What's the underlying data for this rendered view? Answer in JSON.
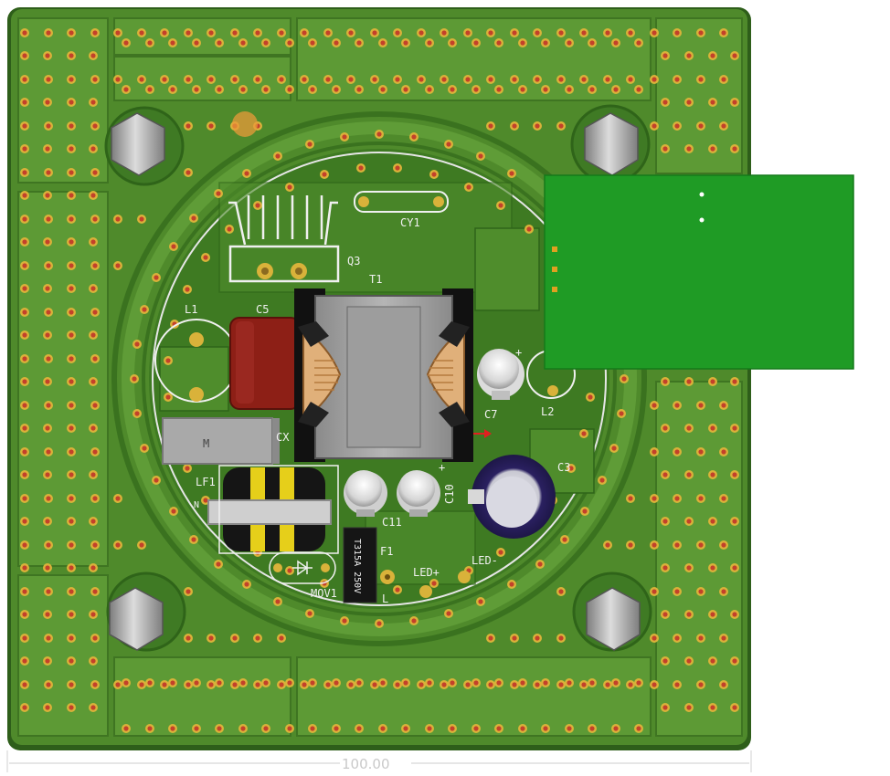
{
  "board": {
    "silkscreen": {
      "q3": "Q3",
      "t1": "T1",
      "cy1": "CY1",
      "l1": "L1",
      "c5": "C5",
      "cx": "CX",
      "c7": "C7",
      "l2": "L2",
      "c3": "C3",
      "lf1": "LF1",
      "n": "N",
      "c11": "C11",
      "c10": "C10",
      "f1": "F1",
      "fuse_rating": "T315A 250V",
      "mov1": "MOV1",
      "l": "L",
      "led_plus": "LED+",
      "led_minus": "LED-",
      "varistor_mark": "M"
    },
    "dimension": "100.00"
  },
  "colors": {
    "board": "#4f8a2b",
    "copper_trace": "#5d9a35",
    "pad_ring": "#d9b23a",
    "pad_hole": "#c3412a",
    "daughter_board": "#1f9b25"
  }
}
